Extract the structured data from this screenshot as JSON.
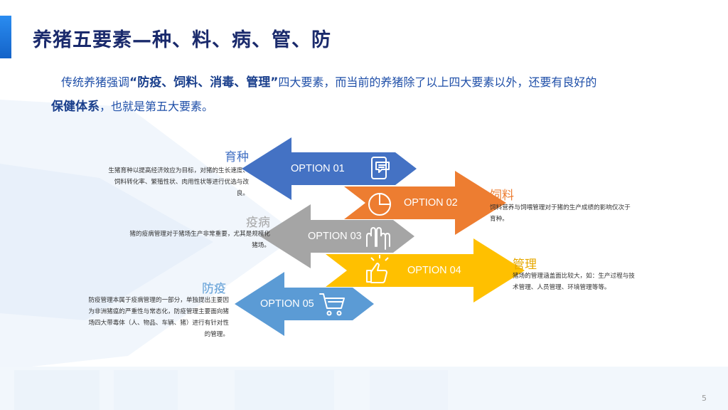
{
  "title": "养猪五要素—种、料、病、管、防",
  "intro": {
    "part1": "传统养猪强调",
    "highlight1": "“防疫、饲料、消毒、管理”",
    "part2": "四大要素，而当前的养猪除了以上四大要素以外，还要有良好的",
    "highlight2": "保健体系",
    "part3": "，也就是第五大要素。"
  },
  "options": [
    {
      "label": "OPTION 01",
      "color": "#4472c4",
      "icon": "phone-chat-icon"
    },
    {
      "label": "OPTION 02",
      "color": "#ed7d31",
      "icon": "pie-chart-icon"
    },
    {
      "label": "OPTION 03",
      "color": "#a5a5a5",
      "icon": "raised-hands-icon"
    },
    {
      "label": "OPTION 04",
      "color": "#ffc000",
      "icon": "thumbs-up-icon"
    },
    {
      "label": "OPTION 05",
      "color": "#5b9bd5",
      "icon": "shopping-cart-icon"
    }
  ],
  "categories": [
    {
      "title": "育种",
      "color": "#4472c4",
      "text": "生猪育种以提高经济效应为目标，对猪的生长速度、饲料转化率、繁殖性状、肉用性状等进行优选与改良。"
    },
    {
      "title": "饲料",
      "color": "#ed7d31",
      "text": "饲料营养与饲喂管理对于猪的生产成绩的影响仅次于育种。"
    },
    {
      "title": "疫病",
      "color": "#a5a5a5",
      "text": "猪的疫病管理对于猪场生产非常重要，尤其是规模化猪场。"
    },
    {
      "title": "管理",
      "color": "#e6a800",
      "text": "猪场的管理涵盖面比较大，如：生产过程与技术管理、人员管理、环境管理等等。"
    },
    {
      "title": "防疫",
      "color": "#5b9bd5",
      "text": "防疫管理本属于疫病管理的一部分，单独提出主要因为非洲猪瘟的严重性与常态化，防疫管理主要面向猪场四大带毒体（人、物品、车辆、猪）进行有针对性的管理。"
    }
  ],
  "page_number": "5"
}
